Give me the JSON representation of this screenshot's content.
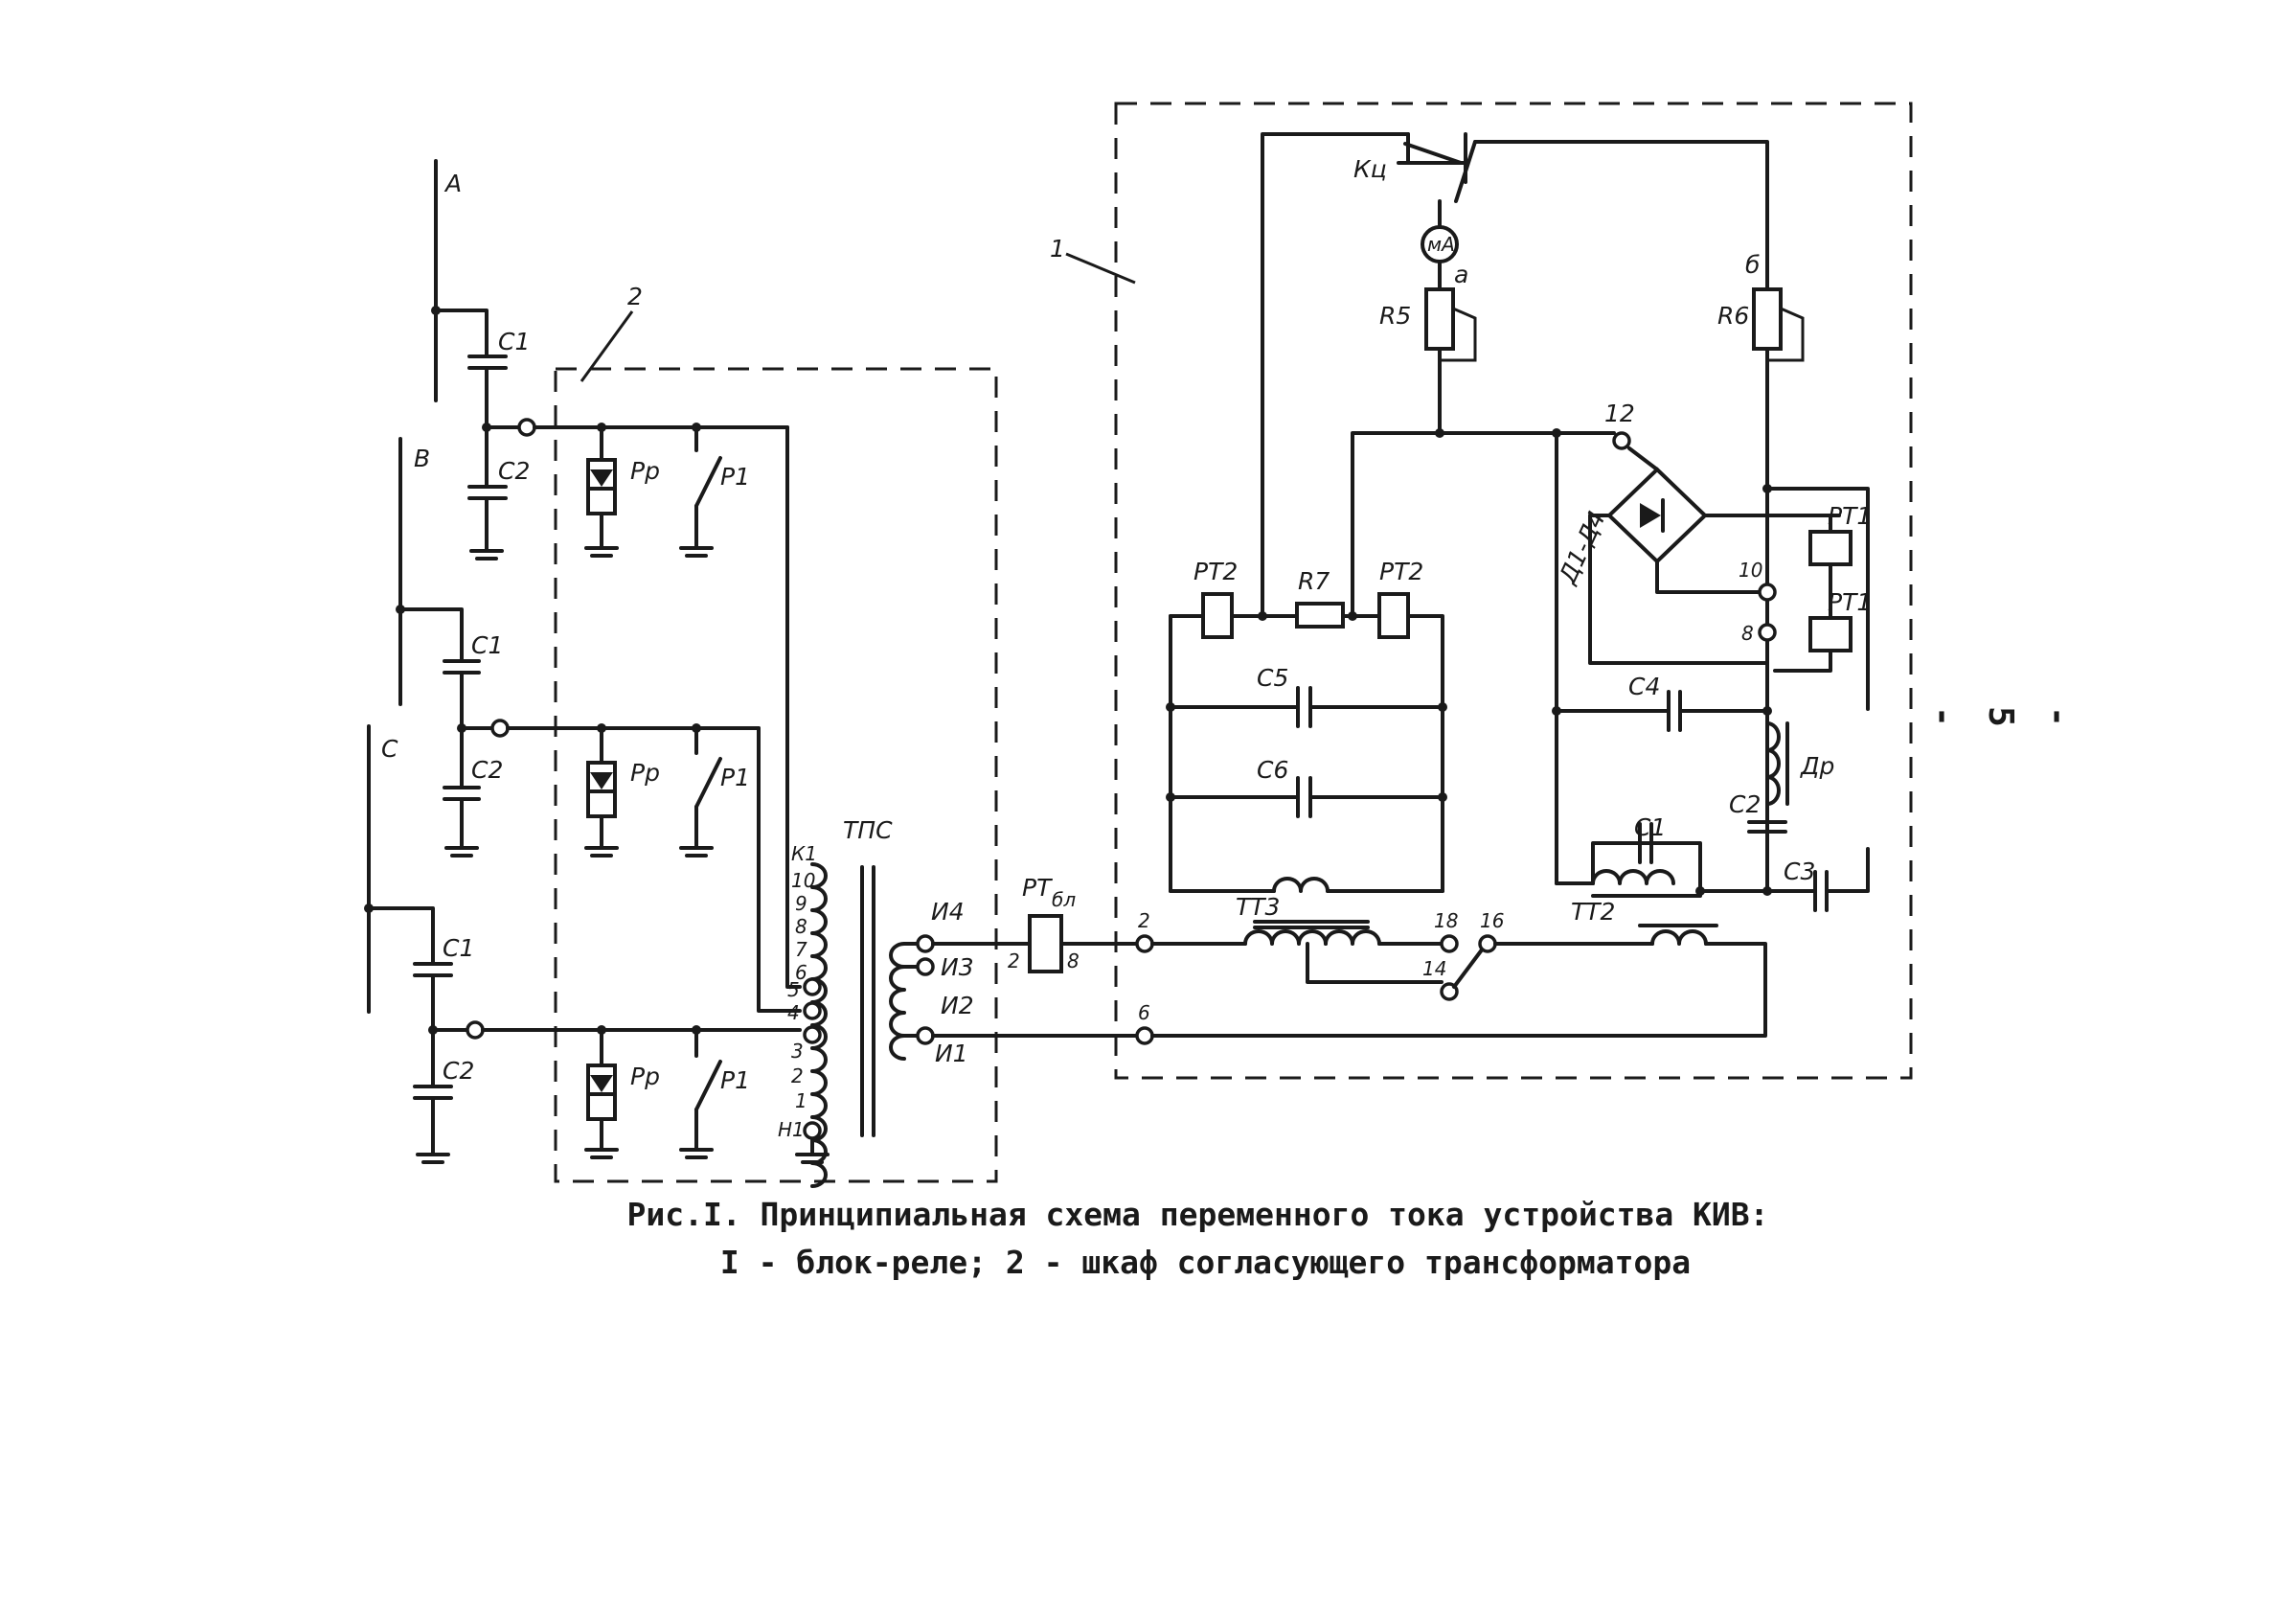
{
  "caption": {
    "line1": "Рис.I. Принципиальная схема переменного тока устройства КИВ:",
    "line2": "I - блок-реле; 2 - шкаф согласующего трансформатора"
  },
  "page_number": "- 5 -",
  "labels": {
    "phase_a": "А",
    "phase_b": "В",
    "phase_c": "С",
    "c1": "С1",
    "c2": "С2",
    "c3": "С3",
    "c4": "С4",
    "c5": "С5",
    "c6": "С6",
    "box1": "1",
    "box2": "2",
    "rp": "Рр",
    "p1": "Р1",
    "tps": "ТПС",
    "k1": "К1",
    "n1": "Н1",
    "i1": "И1",
    "i2": "И2",
    "i3": "И3",
    "i4": "И4",
    "rtbl_main": "РТ",
    "rtbl_sub": "бл",
    "tt2": "ТТ2",
    "tt3": "ТТ3",
    "rt1": "РТ1",
    "rt2": "РТ2",
    "r5": "R5",
    "r6": "R6",
    "r7": "R7",
    "kc": "Кц",
    "ma": "мА",
    "a_lower": "а",
    "b_lower": "б",
    "d1d4": "Д1-Д4",
    "dr": "Др",
    "t2": "2",
    "t6": "6",
    "t8": "8",
    "t10": "10",
    "t12": "12",
    "t14": "14",
    "t16": "16",
    "t18": "18",
    "tap10": "10",
    "tap9": "9",
    "tap8": "8",
    "tap7": "7",
    "tap6": "6",
    "tap5": "5",
    "tap4": "4",
    "tap3": "3",
    "tap2": "2",
    "tap1": "1"
  },
  "colors": {
    "ink": "#1a1a1a",
    "paper": "#ffffff"
  }
}
